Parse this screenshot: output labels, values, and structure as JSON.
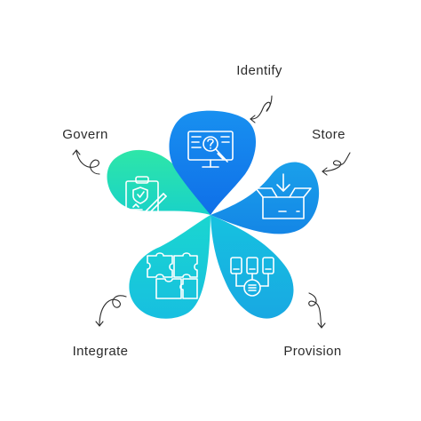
{
  "labels": {
    "identify": "Identify",
    "store": "Store",
    "provision": "Provision",
    "integrate": "Integrate",
    "govern": "Govern"
  },
  "colors": {
    "identify_top": "#1890f0",
    "identify_bottom": "#0f6fe8",
    "store_top": "#1aa0ea",
    "store_bottom": "#1486e6",
    "provision_top": "#16c2e0",
    "provision_bottom": "#18a8e2",
    "integrate_top": "#1ad6d0",
    "integrate_bottom": "#17bfe0",
    "govern_top": "#2ee6a8",
    "govern_bottom": "#19d2c8",
    "icon_stroke": "#ffffff",
    "label_text": "#2b2b2b",
    "arrow": "#2b2b2b"
  },
  "icons": {
    "identify": "monitor-question-magnifier-icon",
    "store": "box-download-icon",
    "provision": "devices-database-flow-icon",
    "integrate": "puzzle-icon",
    "govern": "clipboard-shield-pen-icon"
  }
}
